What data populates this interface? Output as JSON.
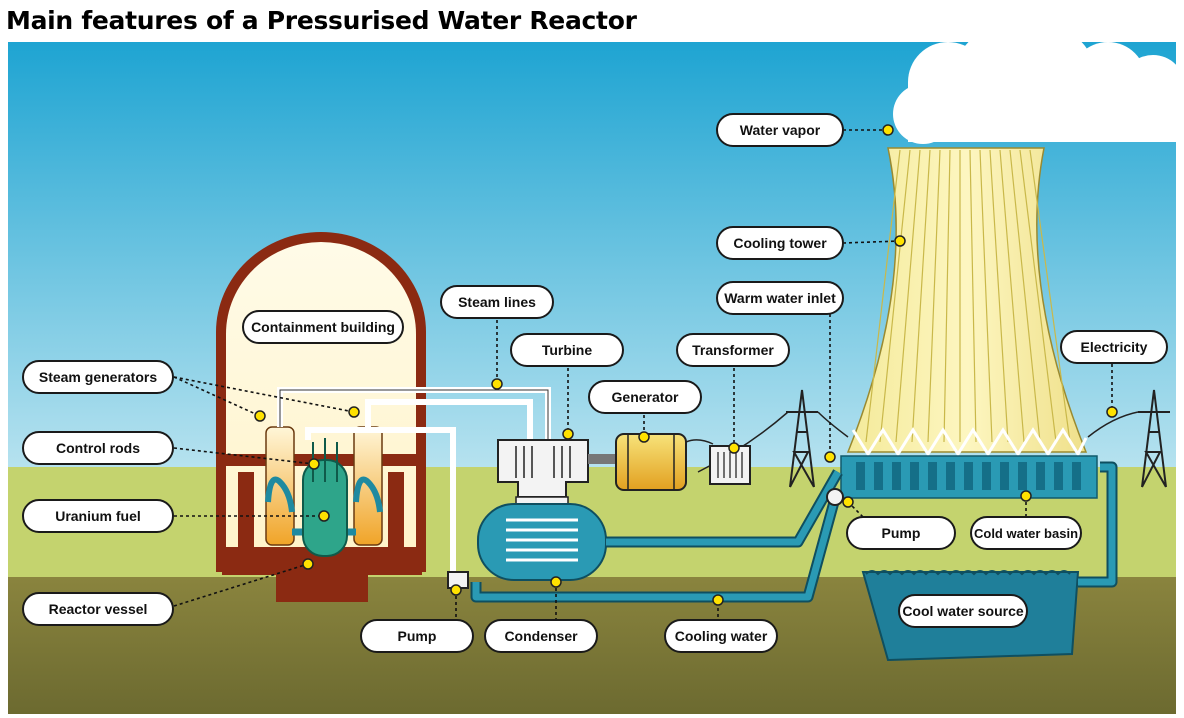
{
  "title": "Main features of a Pressurised Water Reactor",
  "labels": {
    "water_vapor": "Water vapor",
    "cooling_tower": "Cooling tower",
    "warm_water_inlet": "Warm water inlet",
    "electricity": "Electricity",
    "steam_lines": "Steam lines",
    "turbine": "Turbine",
    "transformer": "Transformer",
    "generator": "Generator",
    "containment_building": "Containment building",
    "steam_generators": "Steam generators",
    "control_rods": "Control rods",
    "uranium_fuel": "Uranium fuel",
    "reactor_vessel": "Reactor vessel",
    "pump_left": "Pump",
    "condenser": "Condenser",
    "cooling_water": "Cooling water",
    "pump_right": "Pump",
    "cold_water_basin": "Cold water basin",
    "cool_water_source": "Cool water source"
  },
  "colors": {
    "sky": "#3bb4d6",
    "ground": "#7a7838",
    "grass": "#bccf6a",
    "containment": "#8b2a12",
    "water": "#2a8aa6",
    "fuel": "#2ea58a",
    "tower": "#f0e07a",
    "marker": "#ffe200"
  }
}
